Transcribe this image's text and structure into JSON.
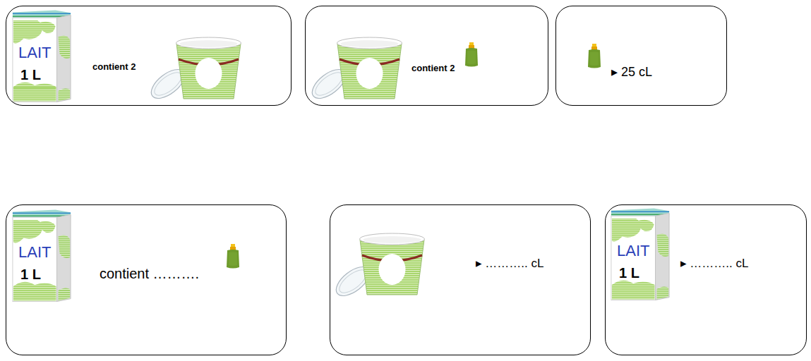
{
  "diagram": {
    "nodes": [
      {
        "text": [
          "contient 2"
        ]
      },
      {
        "text": [
          "contient 2"
        ]
      },
      {
        "text": [
          "▸ 25 cL"
        ]
      },
      {
        "text": [
          "contient ………."
        ]
      },
      {
        "text": [
          "▸ ……….. cL"
        ]
      },
      {
        "text": [
          "▸ ……….. cL"
        ]
      }
    ],
    "labels": [
      "LAIT",
      "1 L",
      "LAIT",
      "1 L",
      "LAIT",
      "1 L"
    ]
  }
}
